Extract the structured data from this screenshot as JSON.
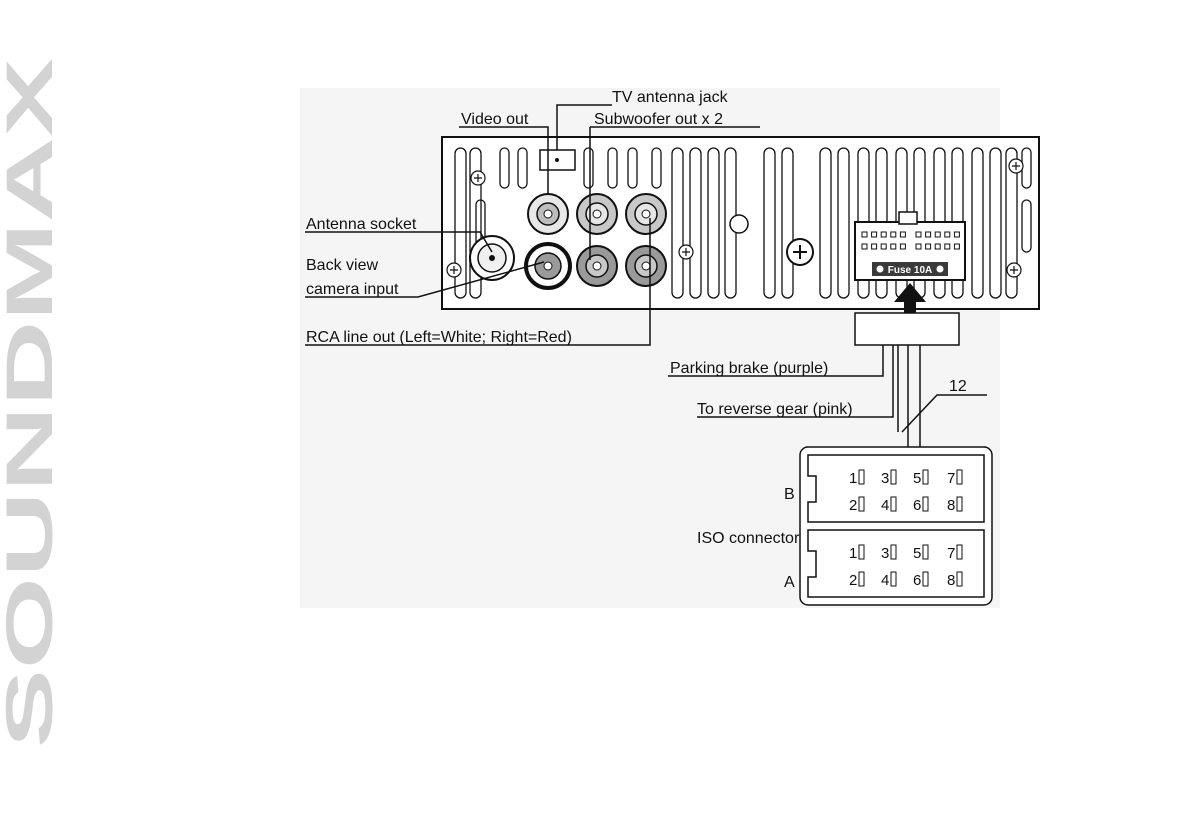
{
  "brand": {
    "text": "SOUNDMAX",
    "color": "#d3d3d3"
  },
  "labels": {
    "tv_antenna_jack": "TV antenna jack",
    "video_out": "Video out",
    "subwoofer_out": "Subwoofer out x 2",
    "antenna_socket": "Antenna socket",
    "back_view_1": "Back view",
    "back_view_2": "camera input",
    "rca_line_out": "RCA line out (Left=White; Right=Red)",
    "parking_brake": "Parking brake (purple)",
    "reverse_gear": "To reverse gear (pink)",
    "wire_number": "12",
    "iso_connector": "ISO connector",
    "block_b": "B",
    "block_a": "A",
    "fuse": "Fuse 10A"
  },
  "connector_b": {
    "row1": [
      "1",
      "3",
      "5",
      "7"
    ],
    "row2": [
      "2",
      "4",
      "6",
      "8"
    ]
  },
  "connector_a": {
    "row1": [
      "1",
      "3",
      "5",
      "7"
    ],
    "row2": [
      "2",
      "4",
      "6",
      "8"
    ]
  },
  "colors": {
    "line": "#111111",
    "panel": "#ffffff",
    "backdrop": "#f5f5f5",
    "rca_white": "#c8c8c8",
    "rca_red": "#9a9a9a"
  }
}
